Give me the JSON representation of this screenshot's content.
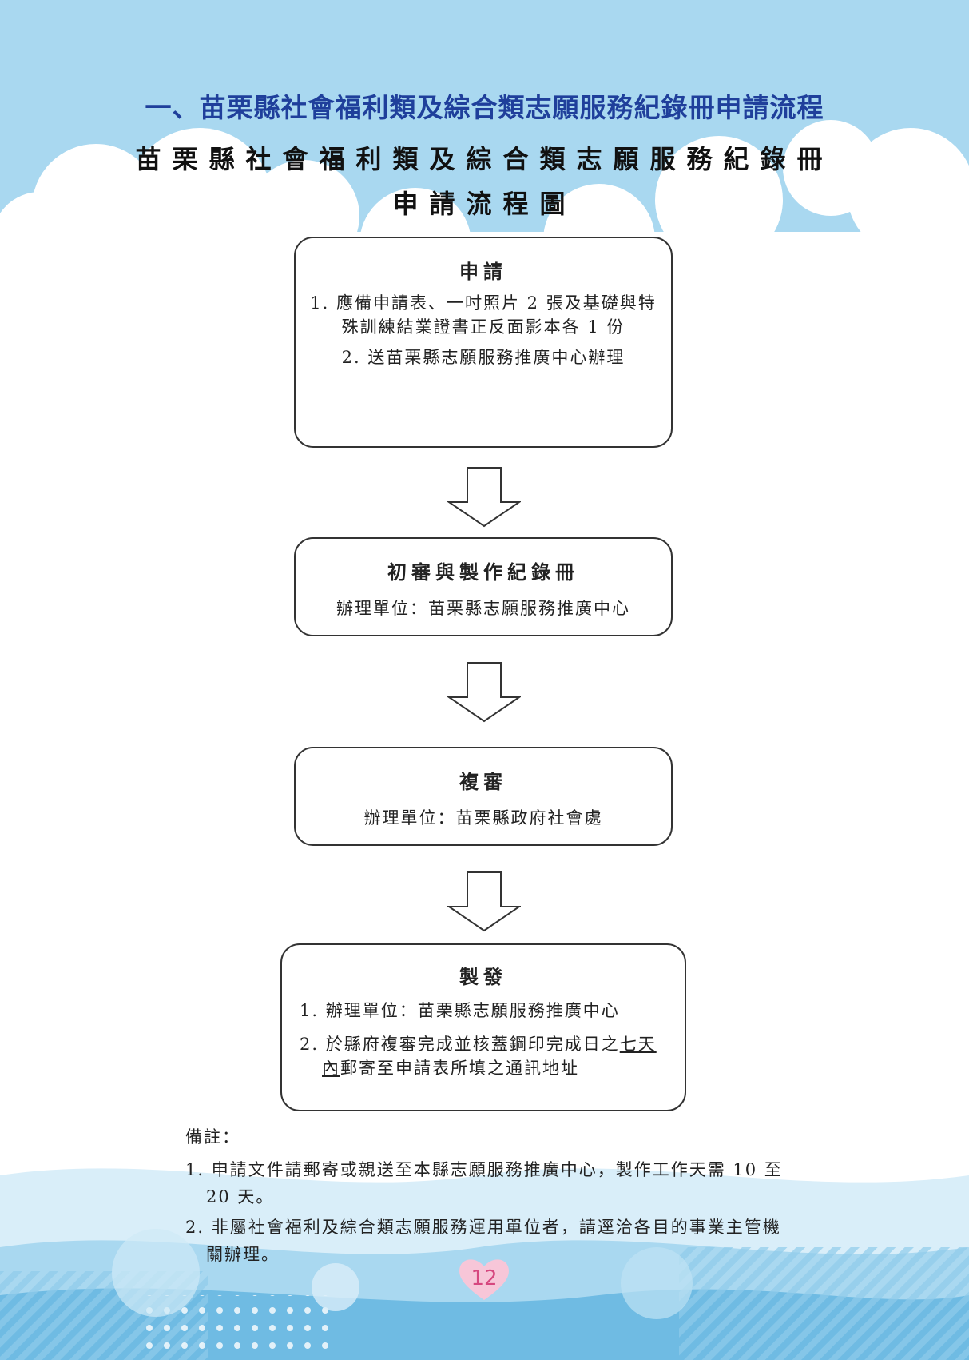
{
  "section_title": "一、苗栗縣社會福利類及綜合類志願服務紀錄冊申請流程",
  "chart_title": {
    "line1": "苗栗縣社會福利類及綜合類志願服務紀錄冊",
    "line2": "申請流程圖"
  },
  "steps": [
    {
      "heading": "申請",
      "lines": [
        "1. 應備申請表、一吋照片 2 張及基礎與特",
        "殊訓練結業證書正反面影本各 1 份",
        "2. 送苗栗縣志願服務推廣中心辦理"
      ]
    },
    {
      "heading": "初審與製作紀錄冊",
      "lines": [
        "辦理單位：苗栗縣志願服務推廣中心"
      ]
    },
    {
      "heading": "複審",
      "lines": [
        "辦理單位：苗栗縣政府社會處"
      ]
    },
    {
      "heading": "製發",
      "item1": "1. 辦理單位：苗栗縣志願服務推廣中心",
      "item2_a": "2. 於縣府複審完成並核蓋鋼印完成日之",
      "item2_ul1": "七天",
      "item2_ul2": "內",
      "item2_b": "郵寄至申請表所填之通訊地址"
    }
  ],
  "notes": {
    "heading": "備註：",
    "item1_a": "1. 申請文件請郵寄或親送至本縣志願服務推廣中心，製作工作天需 10 至",
    "item1_b": "20 天。",
    "item2_a": "2. 非屬社會福利及綜合類志願服務運用單位者，請逕洽各目的事業主管機",
    "item2_b": "關辦理。"
  },
  "page_number": "12",
  "colors": {
    "sky": "#a9d8f0",
    "title_blue": "#1f3f9b",
    "wave": "#8fcbea",
    "page_num_heart": "#f7c6d8"
  }
}
